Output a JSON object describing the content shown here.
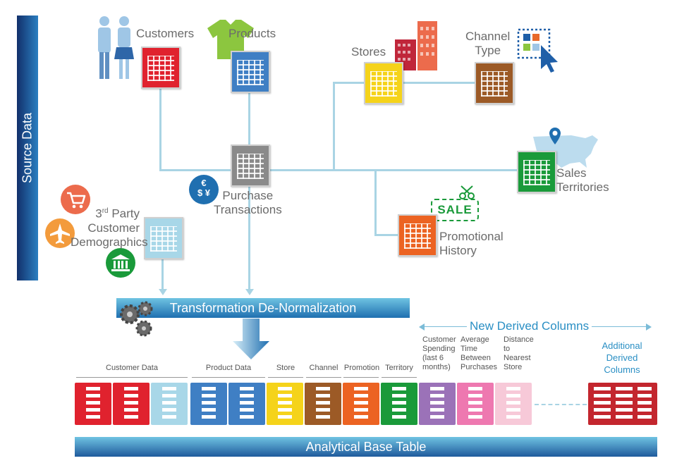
{
  "side_label": "Source Data",
  "sources": {
    "customers": "Customers",
    "products": "Products",
    "stores": "Stores",
    "channel_type": [
      "Channel",
      "Type"
    ],
    "purchase_transactions": [
      "Purchase",
      "Transactions"
    ],
    "sales_territories": [
      "Sales",
      "Territories"
    ],
    "promotional_history": [
      "Promotional",
      "History"
    ],
    "third_party": {
      "prefix": "3",
      "sup": "rd",
      "line1_rest": " Party",
      "line2": "Customer",
      "line3": "Demographics"
    }
  },
  "sale_tag": "SALE",
  "currency_glyphs": {
    "euro": "€",
    "dollar_yen": "$ ¥"
  },
  "transformation": "Transformation De-Normalization",
  "new_derived": "New Derived Columns",
  "group_labels": {
    "customer_data": "Customer Data",
    "product_data": "Product Data",
    "store": "Store",
    "channel": "Channel",
    "promotion": "Promotion",
    "territory": "Territory"
  },
  "derived_columns": {
    "spending": [
      "Customer",
      "Spending",
      "(last 6",
      "months)"
    ],
    "avg_time": [
      "Average",
      "Time",
      "Between",
      "Purchases"
    ],
    "distance": [
      "Distance",
      "to",
      "Nearest",
      "Store"
    ]
  },
  "additional": [
    "Additional",
    "Derived",
    "Columns"
  ],
  "analytical_base_table": "Analytical Base Table",
  "colors": {
    "customer": "#e0222e",
    "product": "#3f7fc4",
    "store": "#f5d31a",
    "channel": "#9c5a26",
    "promotion": "#ec6322",
    "territory": "#1a9a3a",
    "transactions": "#8a8a8a",
    "demographics": "#a8d7e8",
    "derived1": "#9b72b8",
    "derived2": "#ee78b0",
    "derived3": "#f7c9d8",
    "additional": "#c3262e",
    "banner": "#1f6fb0"
  }
}
